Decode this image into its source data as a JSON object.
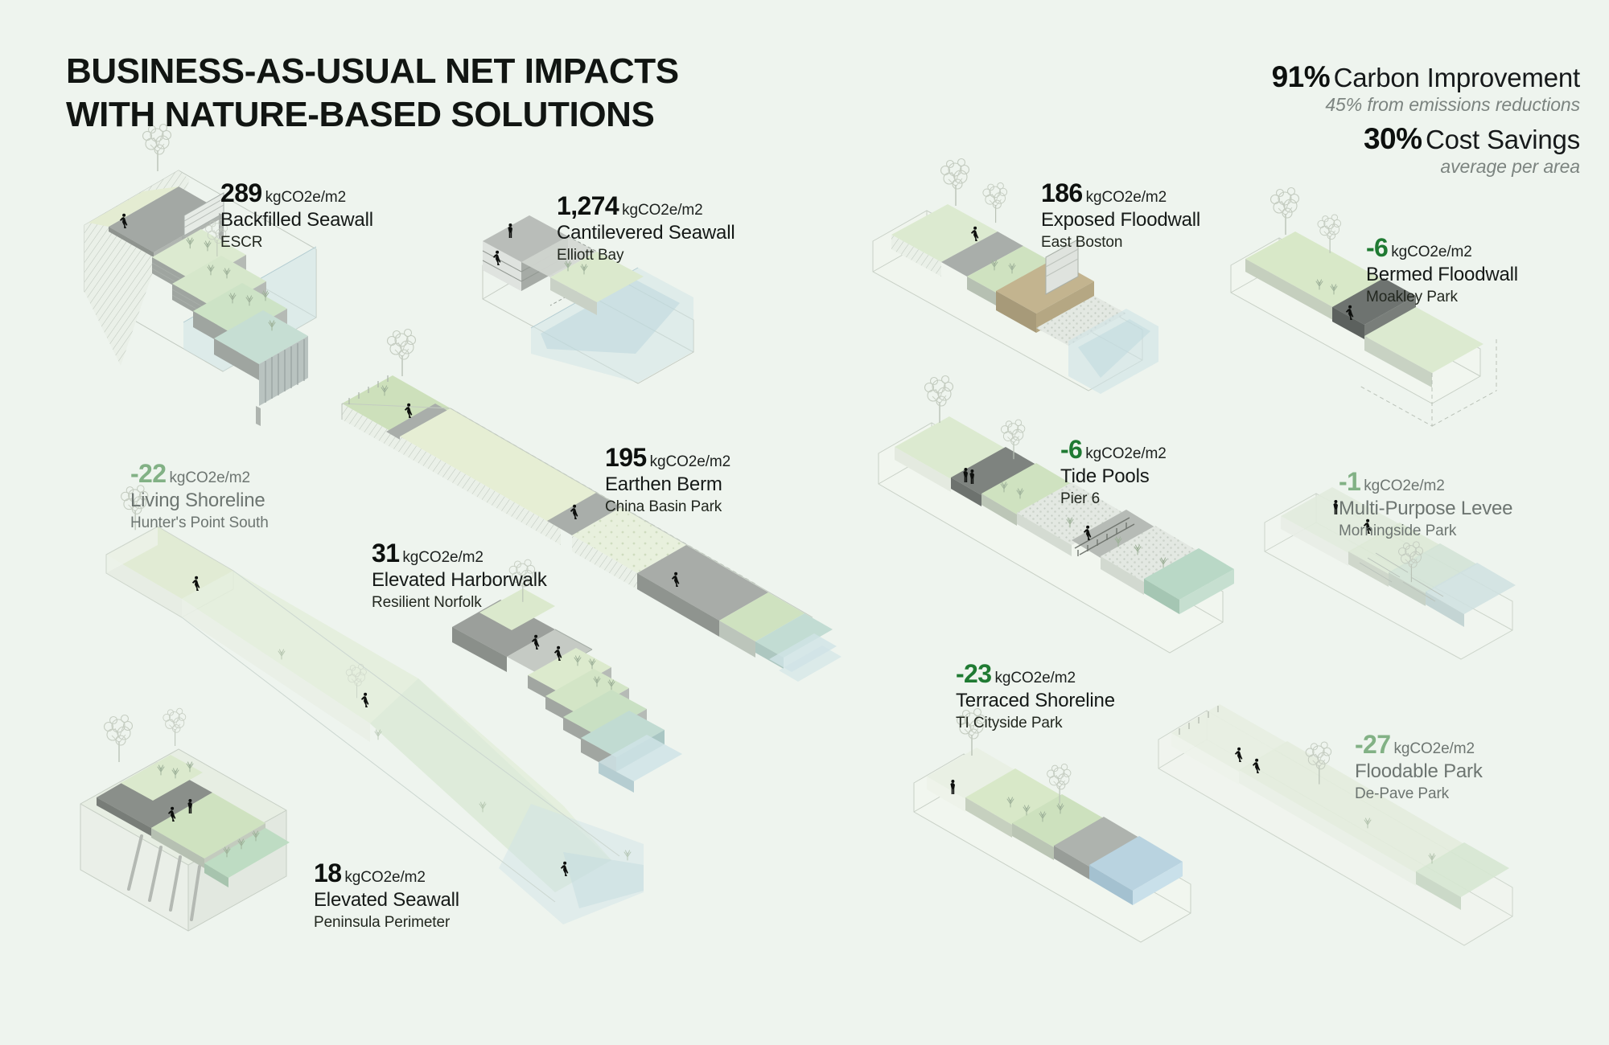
{
  "background_color": "#eef4ee",
  "header": {
    "title": "BUSINESS-AS-USUAL NET IMPACTS\nWITH NATURE-BASED SOLUTIONS",
    "title_line1": "BUSINESS-AS-USUAL NET IMPACTS",
    "title_line2": "WITH NATURE-BASED SOLUTIONS"
  },
  "stats": [
    {
      "value": "91%",
      "label": "Carbon Improvement",
      "sub": "45% from emissions reductions"
    },
    {
      "value": "30%",
      "label": "Cost Savings",
      "sub": "average per area"
    }
  ],
  "unit": "kgCO2e/m2",
  "colors": {
    "dark_text": "#0d100e",
    "strong_green": "#1f7a32",
    "muted_green": "#82b185",
    "muted_text": "#6d7571",
    "water": "#cfe4e6",
    "vegetation": "#d6e7cc",
    "concrete": "#9a9e9b",
    "deck": "#b9bcb8"
  },
  "chart_data": {
    "type": "table",
    "title": "Business-as-usual net impacts with nature-based solutions",
    "xlabel": "",
    "ylabel": "kgCO2e/m2",
    "columns": [
      "value",
      "name",
      "location",
      "category"
    ],
    "rows": [
      {
        "value": 289,
        "value_text": "289",
        "name": "Backfilled Seawall",
        "location": "ESCR",
        "category": "business-as-usual"
      },
      {
        "value": 1274,
        "value_text": "1,274",
        "name": "Cantilevered Seawall",
        "location": "Elliott Bay",
        "category": "business-as-usual"
      },
      {
        "value": 195,
        "value_text": "195",
        "name": "Earthen Berm",
        "location": "China Basin Park",
        "category": "business-as-usual"
      },
      {
        "value": 31,
        "value_text": "31",
        "name": "Elevated Harborwalk",
        "location": "Resilient Norfolk",
        "category": "business-as-usual"
      },
      {
        "value": 18,
        "value_text": "18",
        "name": "Elevated Seawall",
        "location": "Peninsula Perimeter",
        "category": "business-as-usual"
      },
      {
        "value": -22,
        "value_text": "-22",
        "name": "Living Shoreline",
        "location": "Hunter's Point South",
        "category": "nature-based"
      },
      {
        "value": 186,
        "value_text": "186",
        "name": "Exposed Floodwall",
        "location": "East Boston",
        "category": "business-as-usual"
      },
      {
        "value": -6,
        "value_text": "-6",
        "name": "Bermed Floodwall",
        "location": "Moakley Park",
        "category": "nature-based"
      },
      {
        "value": -6,
        "value_text": "-6",
        "name": "Tide Pools",
        "location": "Pier 6",
        "category": "nature-based"
      },
      {
        "value": -1,
        "value_text": "-1",
        "name": "Multi-Purpose Levee",
        "location": "Morningside Park",
        "category": "nature-based"
      },
      {
        "value": -23,
        "value_text": "-23",
        "name": "Terraced Shoreline",
        "location": "TI Cityside Park",
        "category": "nature-based"
      },
      {
        "value": -27,
        "value_text": "-27",
        "name": "Floodable Park",
        "location": "De-Pave Park",
        "category": "nature-based"
      }
    ]
  },
  "items": [
    {
      "value": "289",
      "unit": "kgCO2e/m2",
      "name": "Backfilled Seawall",
      "location": "ESCR",
      "tone": "dark"
    },
    {
      "value": "1,274",
      "unit": "kgCO2e/m2",
      "name": "Cantilevered Seawall",
      "location": "Elliott Bay",
      "tone": "dark"
    },
    {
      "value": "-22",
      "unit": "kgCO2e/m2",
      "name": "Living Shoreline",
      "location": "Hunter's Point South",
      "tone": "muted"
    },
    {
      "value": "195",
      "unit": "kgCO2e/m2",
      "name": "Earthen Berm",
      "location": "China Basin Park",
      "tone": "dark"
    },
    {
      "value": "31",
      "unit": "kgCO2e/m2",
      "name": "Elevated Harborwalk",
      "location": "Resilient Norfolk",
      "tone": "dark"
    },
    {
      "value": "18",
      "unit": "kgCO2e/m2",
      "name": "Elevated Seawall",
      "location": "Peninsula Perimeter",
      "tone": "dark"
    },
    {
      "value": "186",
      "unit": "kgCO2e/m2",
      "name": "Exposed Floodwall",
      "location": "East Boston",
      "tone": "dark"
    },
    {
      "value": "-6",
      "unit": "kgCO2e/m2",
      "name": "Bermed Floodwall",
      "location": "Moakley Park",
      "tone": "green"
    },
    {
      "value": "-6",
      "unit": "kgCO2e/m2",
      "name": "Tide Pools",
      "location": "Pier 6",
      "tone": "green"
    },
    {
      "value": "-1",
      "unit": "kgCO2e/m2",
      "name": "Multi-Purpose Levee",
      "location": "Morningside Park",
      "tone": "muted"
    },
    {
      "value": "-23",
      "unit": "kgCO2e/m2",
      "name": "Terraced Shoreline",
      "location": "TI Cityside Park",
      "tone": "green"
    },
    {
      "value": "-27",
      "unit": "kgCO2e/m2",
      "name": "Floodable Park",
      "location": "De-Pave Park",
      "tone": "muted"
    }
  ]
}
